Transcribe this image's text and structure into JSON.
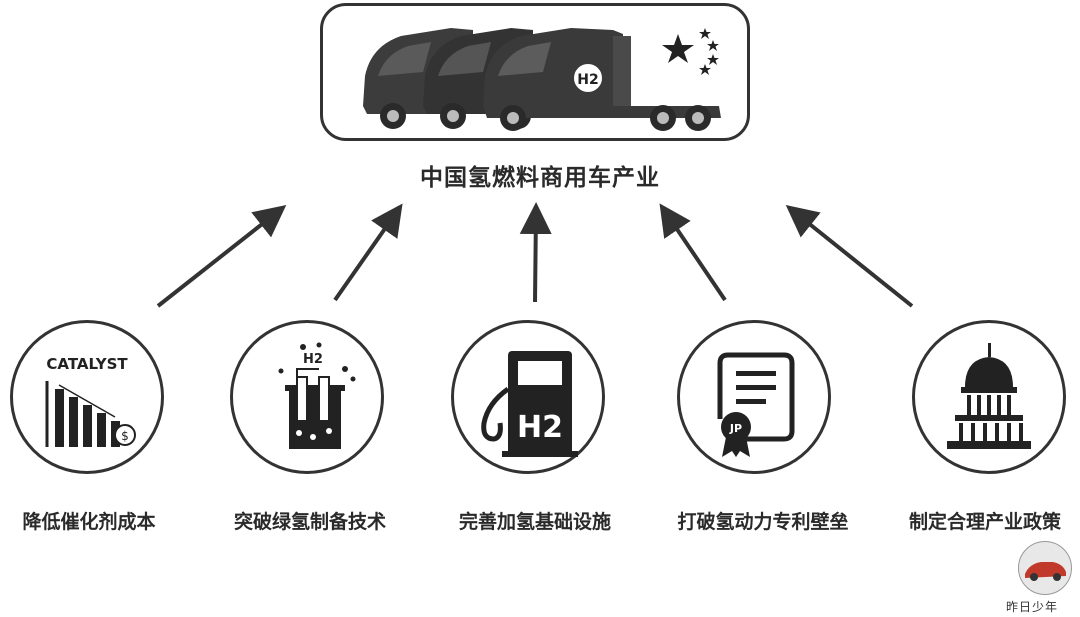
{
  "title": "中国氢燃料商用车产业",
  "truck_badge": "H2",
  "factors": [
    {
      "label": "降低催化剂成本",
      "icon": "catalyst-cost-chart-icon",
      "icon_text": "CATALYST"
    },
    {
      "label": "突破绿氢制备技术",
      "icon": "hydrogen-lab-beaker-icon",
      "icon_text": "H2"
    },
    {
      "label": "完善加氢基础设施",
      "icon": "hydrogen-fuel-pump-icon",
      "icon_text": "H2"
    },
    {
      "label": "打破氢动力专利壁垒",
      "icon": "patent-certificate-icon",
      "icon_text": "JP"
    },
    {
      "label": "制定合理产业政策",
      "icon": "capitol-building-icon",
      "icon_text": ""
    }
  ],
  "watermark": {
    "text": "昨日少年",
    "logo": "red-sports-car-logo"
  },
  "colors": {
    "ink": "#2a2a2a",
    "truck": "#3c3c3c",
    "watermark_car": "#c0392b"
  }
}
